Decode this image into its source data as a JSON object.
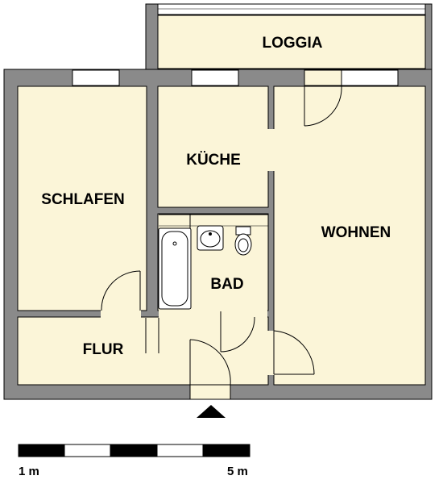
{
  "floorplan": {
    "rooms": {
      "loggia": "LOGGIA",
      "kueche": "KÜCHE",
      "schlafen": "SCHLAFEN",
      "wohnen": "WOHNEN",
      "bad": "BAD",
      "flur": "FLUR"
    },
    "colors": {
      "floor": "#fbf5d8",
      "wall": "#8a8a8a",
      "outline": "#000000",
      "window": "#ffffff"
    }
  },
  "scale_bar": {
    "label_start": "1 m",
    "label_end": "5 m",
    "segments": 5
  }
}
